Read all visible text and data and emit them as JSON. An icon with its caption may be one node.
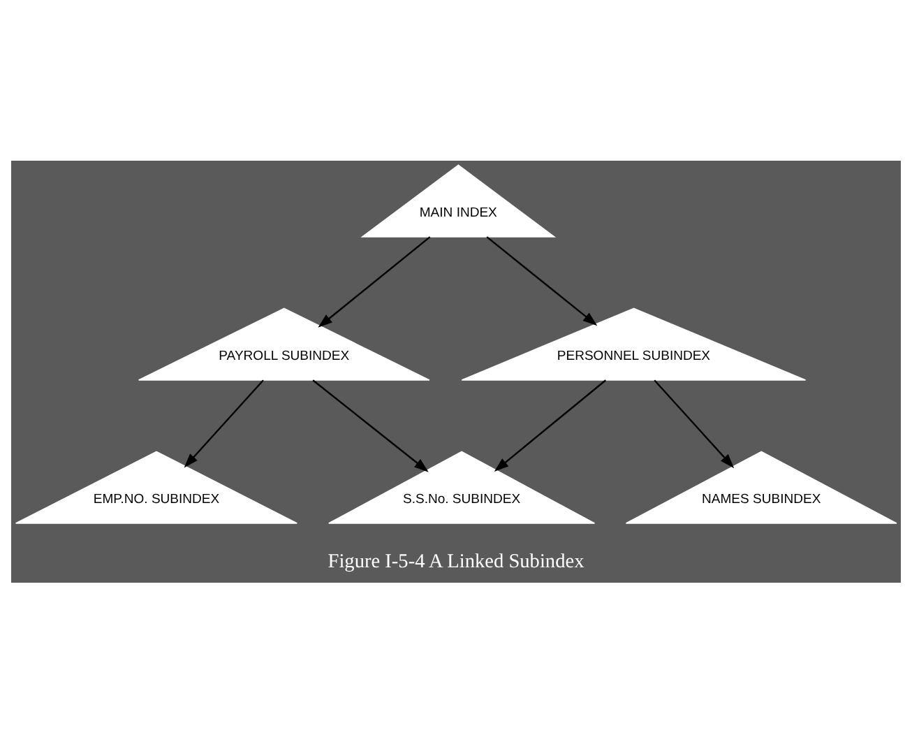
{
  "diagram": {
    "caption": "Figure I-5-4 A Linked Subindex",
    "nodes": [
      {
        "text": [
          "MAIN INDEX"
        ]
      },
      {
        "text": [
          "PAYROLL SUBINDEX"
        ]
      },
      {
        "text": [
          "PERSONNEL SUBINDEX"
        ]
      },
      {
        "text": [
          "EMP.NO. SUBINDEX"
        ]
      },
      {
        "text": [
          "S.S.No. SUBINDEX"
        ]
      },
      {
        "text": [
          "NAMES SUBINDEX"
        ]
      }
    ],
    "edges": [
      {
        "from": 0,
        "to": 1,
        "arrow": "to"
      },
      {
        "from": 0,
        "to": 2,
        "arrow": "to"
      },
      {
        "from": 1,
        "to": 3,
        "arrow": "to"
      },
      {
        "from": 1,
        "to": 4,
        "arrow": "to"
      },
      {
        "from": 2,
        "to": 4,
        "arrow": "to"
      },
      {
        "from": 2,
        "to": 5,
        "arrow": "to"
      }
    ]
  }
}
